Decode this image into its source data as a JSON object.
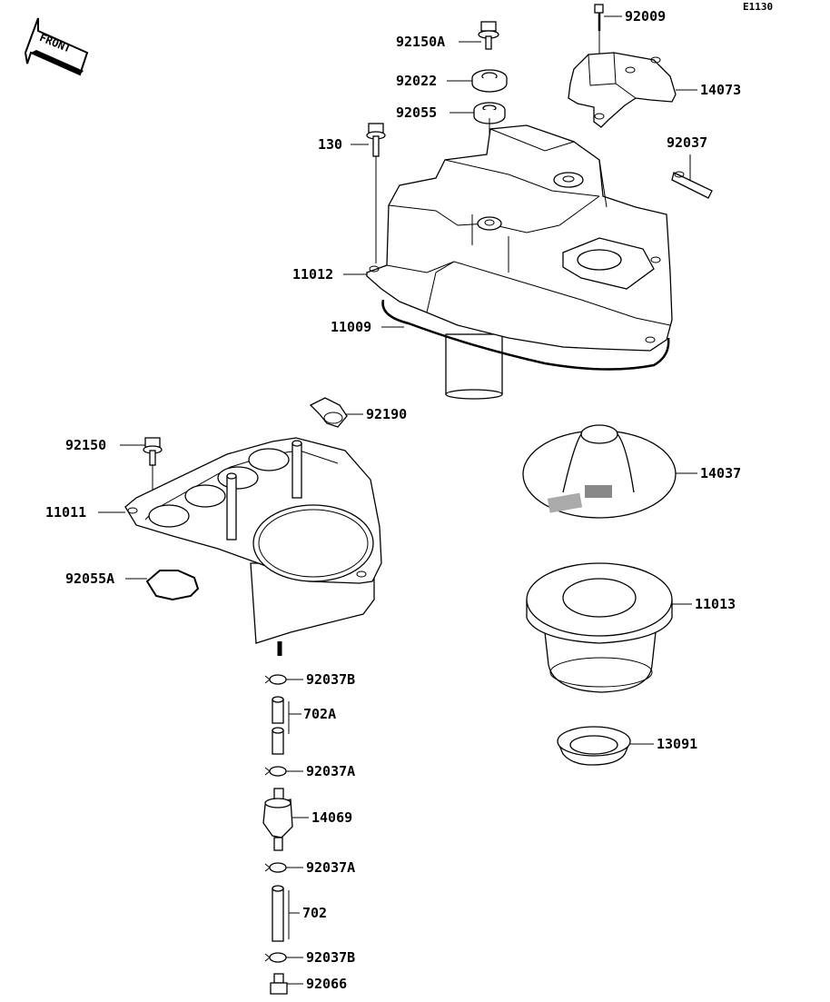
{
  "diagram_code": "E1130",
  "front_label": "FRONT",
  "labels": {
    "p92009": "92009",
    "p92150A": "92150A",
    "p92022": "92022",
    "p92055": "92055",
    "p14073": "14073",
    "p130": "130",
    "p92037": "92037",
    "p11012": "11012",
    "p11009": "11009",
    "p92190": "92190",
    "p92150": "92150",
    "p14037": "14037",
    "p11011": "11011",
    "p92055A": "92055A",
    "p11013": "11013",
    "p92037B_top": "92037B",
    "p702A": "702A",
    "p13091": "13091",
    "p92037A_top": "92037A",
    "p14069": "14069",
    "p92037A_bottom": "92037A",
    "p702": "702",
    "p92037B_bottom": "92037B",
    "p92066": "92066"
  }
}
